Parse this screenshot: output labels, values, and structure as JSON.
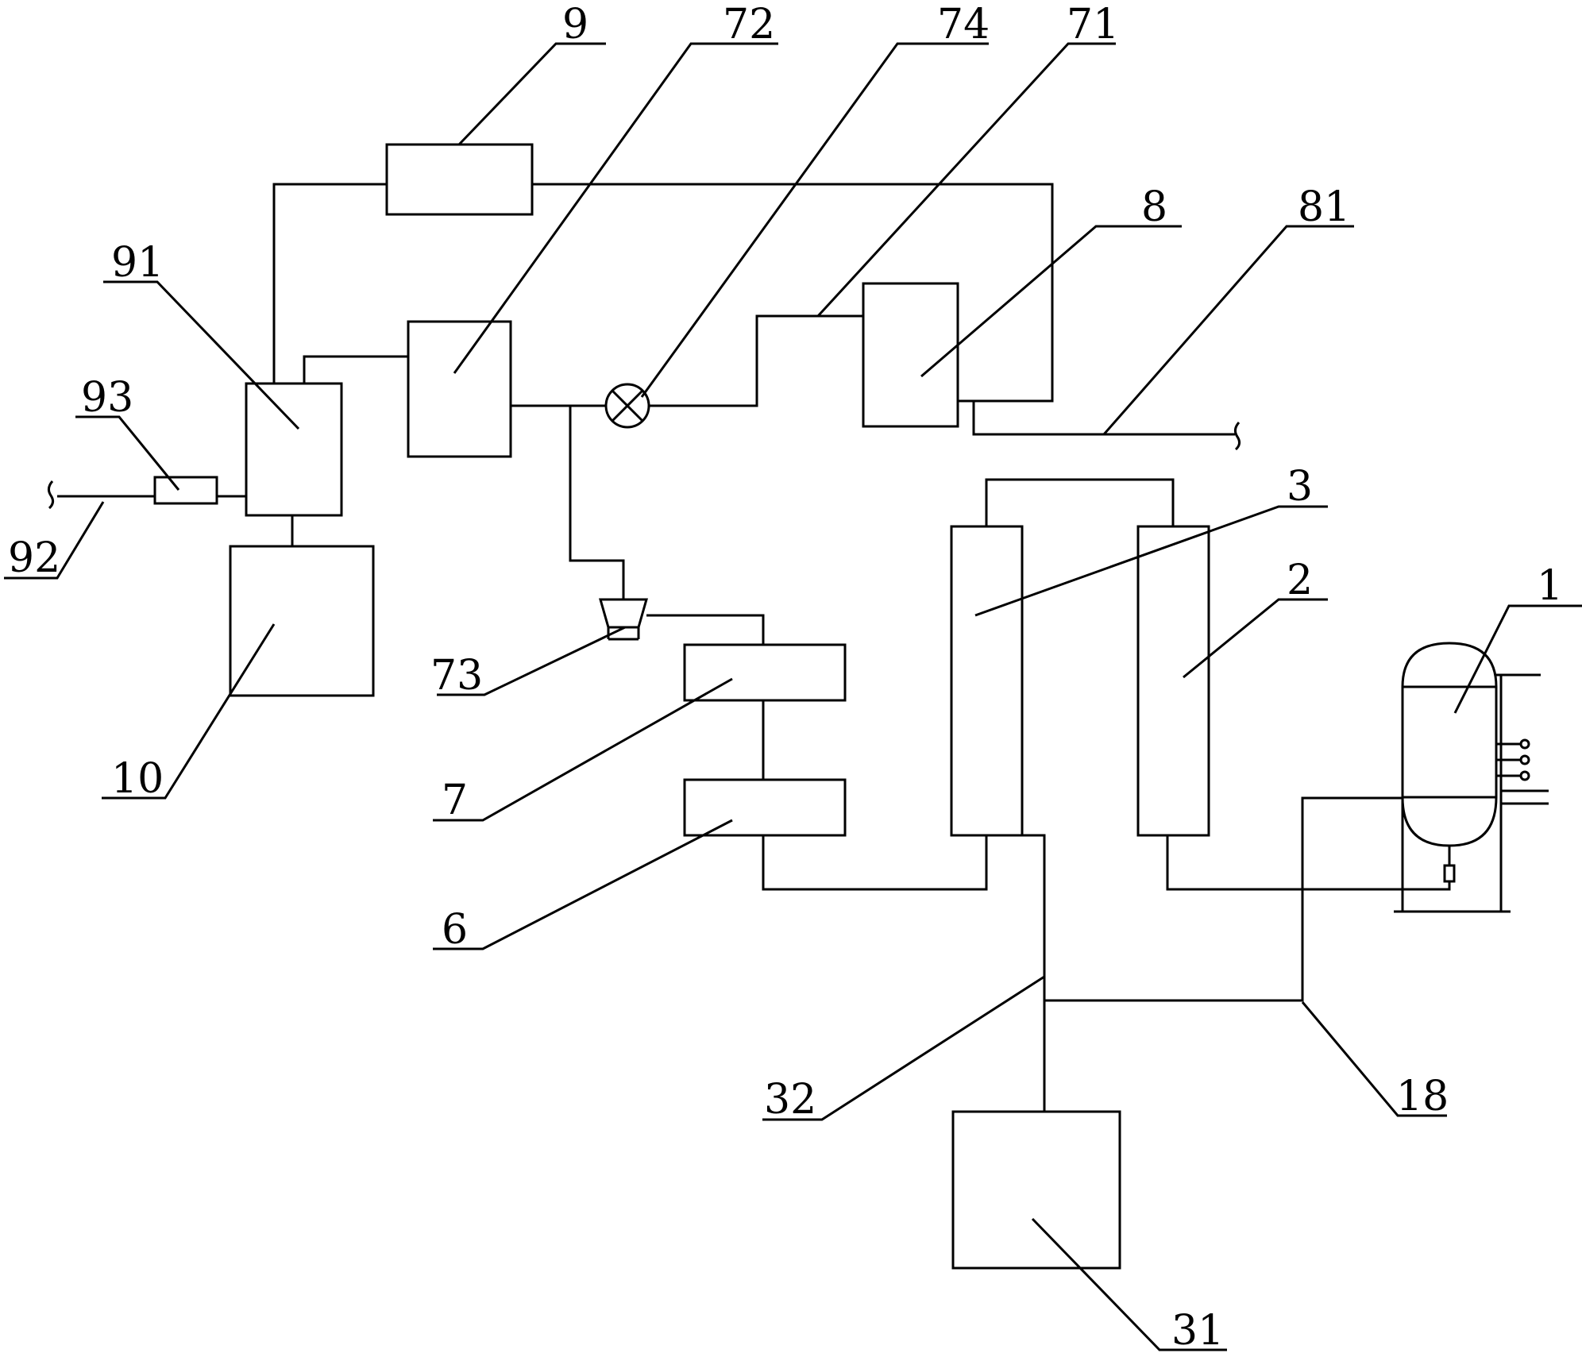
{
  "labels": {
    "l1": "1",
    "l2": "2",
    "l3": "3",
    "l6": "6",
    "l7": "7",
    "l8": "8",
    "l9": "9",
    "l10": "10",
    "l18": "18",
    "l31": "31",
    "l32": "32",
    "l71": "71",
    "l72": "72",
    "l73": "73",
    "l74": "74",
    "l81": "81",
    "l91": "91",
    "l92": "92",
    "l93": "93"
  }
}
